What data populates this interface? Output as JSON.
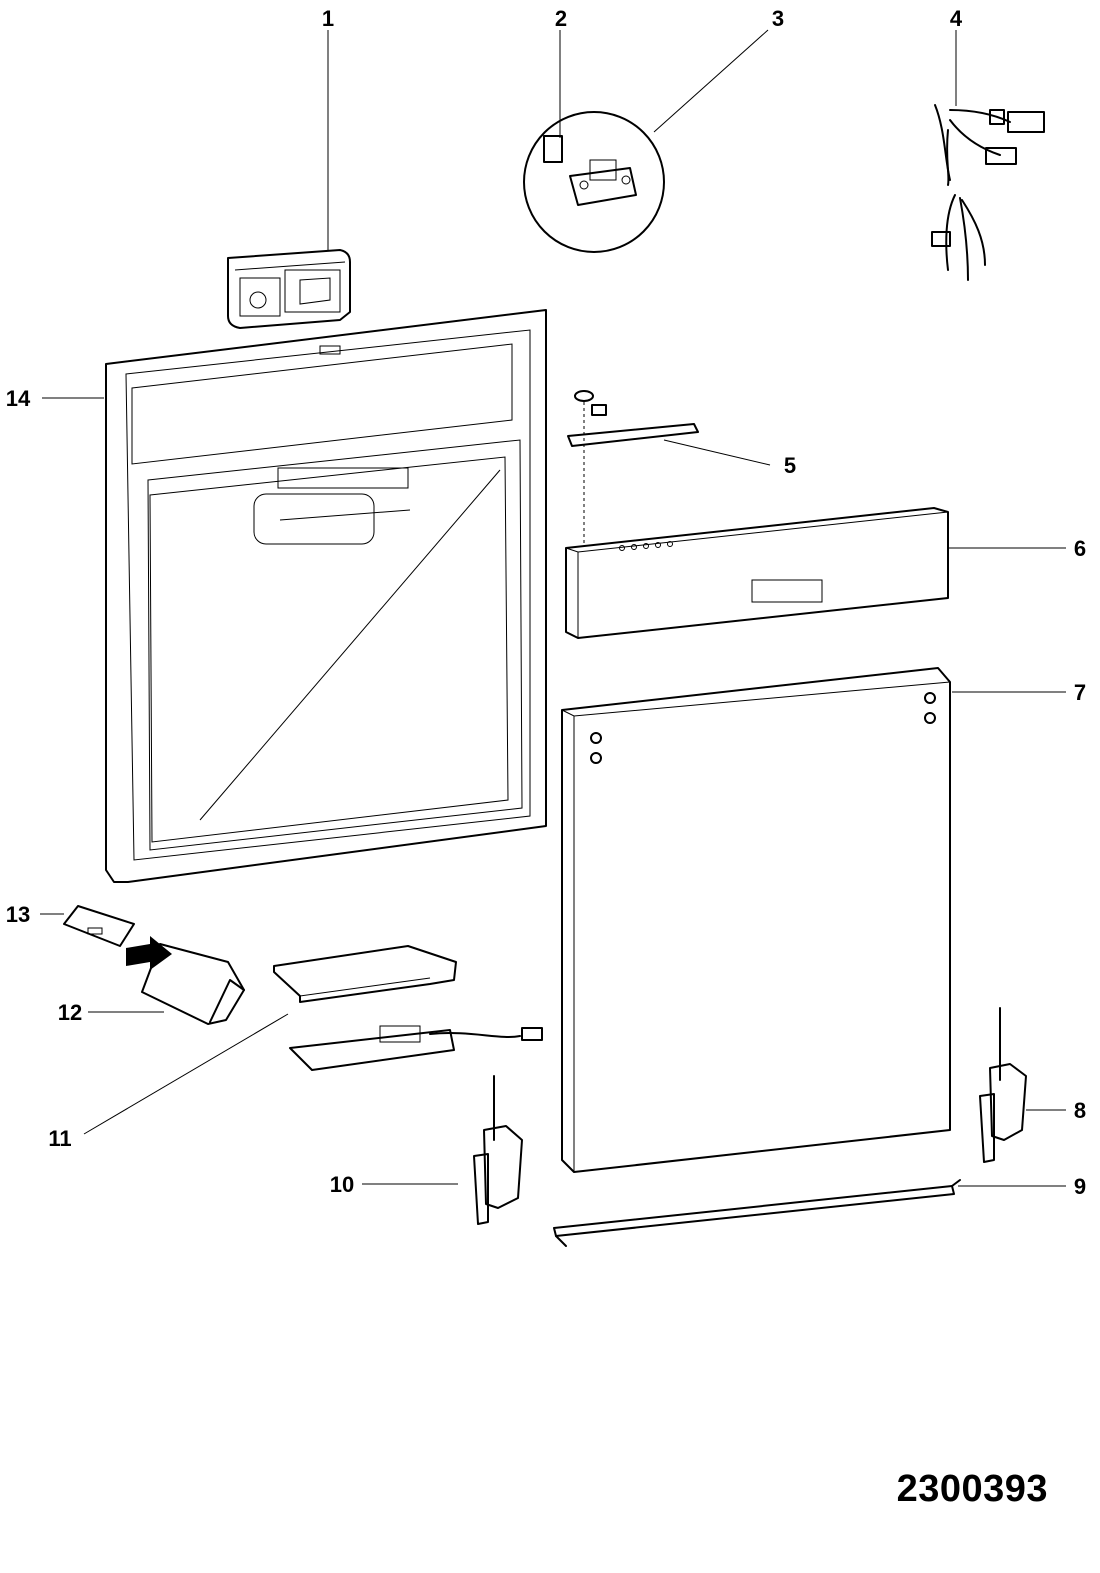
{
  "diagram": {
    "drawing_number": "2300393",
    "parts": [
      {
        "id": "part-1",
        "label": "1"
      },
      {
        "id": "part-2",
        "label": "2"
      },
      {
        "id": "part-3",
        "label": "3"
      },
      {
        "id": "part-4",
        "label": "4"
      },
      {
        "id": "part-5",
        "label": "5"
      },
      {
        "id": "part-6",
        "label": "6"
      },
      {
        "id": "part-7",
        "label": "7"
      },
      {
        "id": "part-8",
        "label": "8"
      },
      {
        "id": "part-9",
        "label": "9"
      },
      {
        "id": "part-10",
        "label": "10"
      },
      {
        "id": "part-11",
        "label": "11"
      },
      {
        "id": "part-12",
        "label": "12"
      },
      {
        "id": "part-13",
        "label": "13"
      },
      {
        "id": "part-14",
        "label": "14"
      }
    ]
  }
}
